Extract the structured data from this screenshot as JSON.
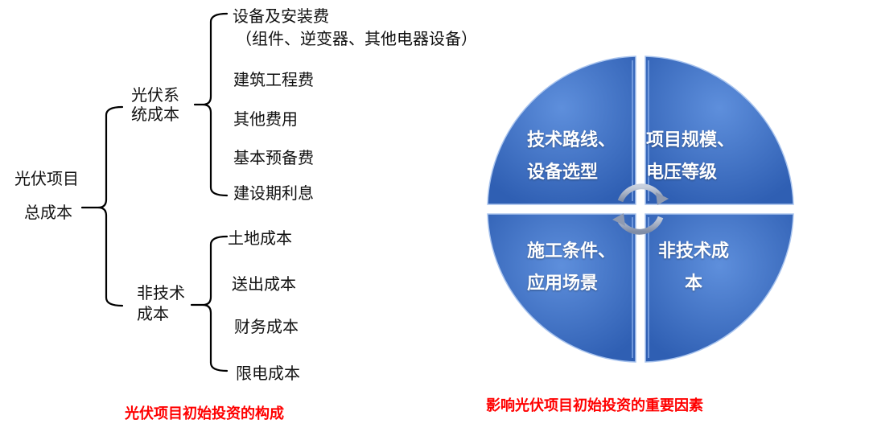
{
  "left_diagram": {
    "root": {
      "line1": "光伏项目",
      "line2": "总成本"
    },
    "branches": [
      {
        "label_line1": "光伏系",
        "label_line2": "统成本",
        "items": [
          {
            "line1": "设备及安装费",
            "line2": "（组件、逆变器、其他电器设备）"
          },
          {
            "line1": "建筑工程费"
          },
          {
            "line1": "其他费用"
          },
          {
            "line1": "基本预备费"
          },
          {
            "line1": "建设期利息"
          }
        ]
      },
      {
        "label_line1": "非技术",
        "label_line2": "成本",
        "items": [
          {
            "line1": "土地成本"
          },
          {
            "line1": "送出成本"
          },
          {
            "line1": "财务成本"
          },
          {
            "line1": "限电成本"
          }
        ]
      }
    ],
    "caption": "光伏项目初始投资的构成"
  },
  "right_diagram": {
    "segments": [
      {
        "position": "top-left",
        "line1": "技术路线、",
        "line2": "设备选型"
      },
      {
        "position": "top-right",
        "line1": "项目规模、",
        "line2": "电压等级"
      },
      {
        "position": "bottom-left",
        "line1": "施工条件、",
        "line2": "应用场景"
      },
      {
        "position": "bottom-right",
        "line1": "非技术成",
        "line2": "本"
      }
    ],
    "center_icon": "cycle-arrows-icon",
    "caption": "影响光伏项目初始投资的重要因素"
  },
  "colors": {
    "segment_fill": "#3d6fc4",
    "segment_highlight": "#6f9be0",
    "caption_red": "#ff0000",
    "line": "#000000",
    "arrow": "#9aa7bd"
  }
}
